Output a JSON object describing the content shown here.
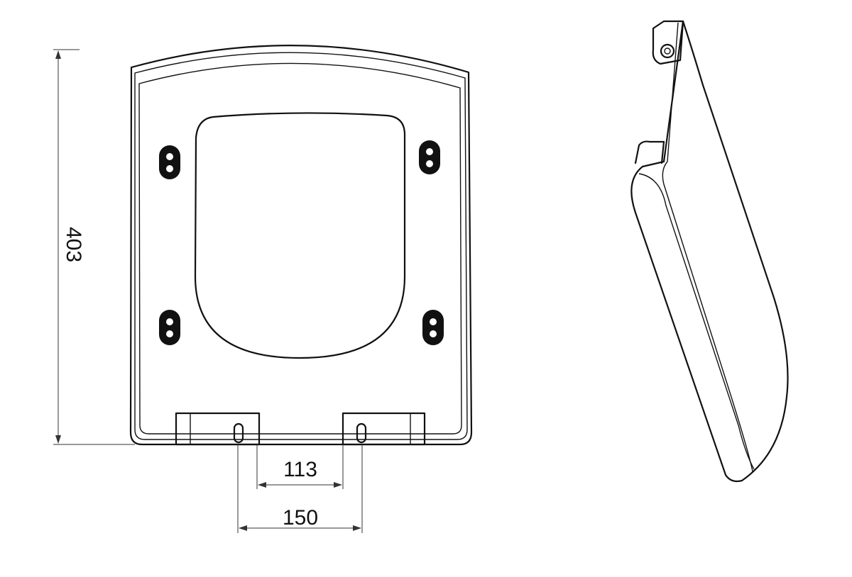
{
  "dimensions": {
    "height": "403",
    "inner_hinge_spacing": "113",
    "outer_hinge_spacing": "150"
  },
  "views": [
    "front-view",
    "side-view"
  ],
  "colors": {
    "line": "#111111",
    "background": "#ffffff"
  }
}
